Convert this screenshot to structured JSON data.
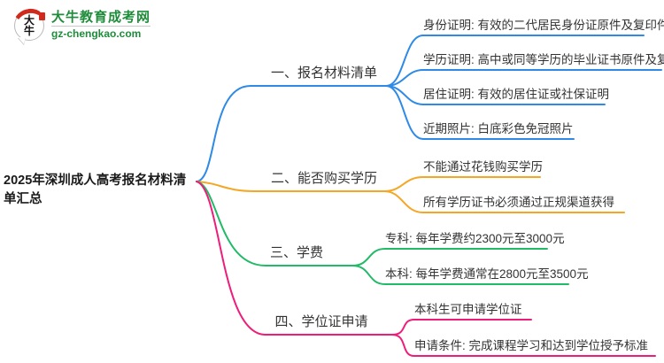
{
  "logo": {
    "icon_text": "大牛",
    "site_name": "大牛教育成考网",
    "domain": "gz-chengkao.com",
    "brand_green": "#1f8c3b",
    "seal_red": "#cf2a1d"
  },
  "root": {
    "title": "2025年深圳成人高考报名材料清单汇总"
  },
  "branches": [
    {
      "label": "一、报名材料清单",
      "color": "#2e8ae6",
      "children": [
        "身份证明: 有效的二代居民身份证原件及复印件",
        "学历证明: 高中或同等学历的毕业证书原件及复印件",
        "居住证明: 有效的居住证或社保证明",
        "近期照片: 白底彩色免冠照片"
      ]
    },
    {
      "label": "二、能否购买学历",
      "color": "#f5a623",
      "children": [
        "不能通过花钱购买学历",
        "所有学历证书必须通过正规渠道获得"
      ]
    },
    {
      "label": "三、学费",
      "color": "#21ba67",
      "children": [
        "专科: 每年学费约2300元至3000元",
        "本科: 每年学费通常在2800元至3500元"
      ]
    },
    {
      "label": "四、学位证申请",
      "color": "#ee1d7a",
      "children": [
        "本科生可申请学位证",
        "申请条件: 完成课程学习和达到学位授予标准"
      ]
    }
  ]
}
